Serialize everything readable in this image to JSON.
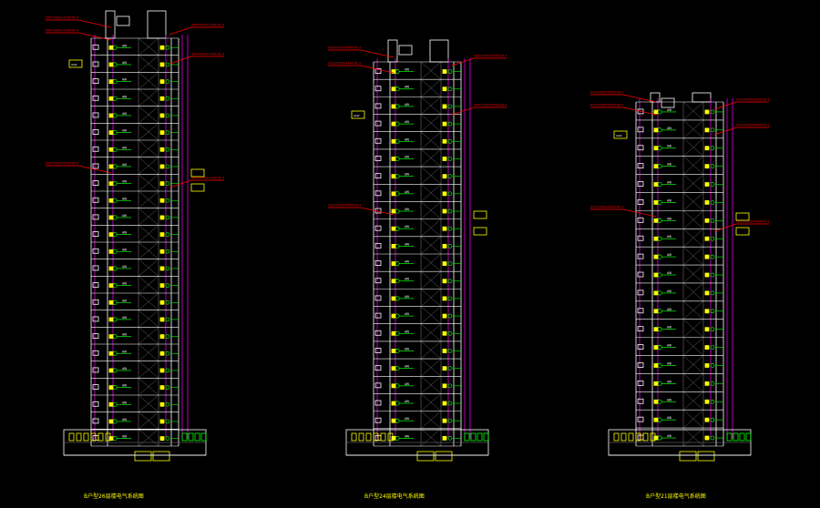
{
  "drawings": [
    {
      "caption": "B户型26层楼电气系统图",
      "floor_count": 24,
      "tag_left": "AW",
      "tag_right": "ALW",
      "callouts": [
        "XXX-XXXXX-XXXX-XX.4",
        "XXX-XXXXX-XXXX-XX.4",
        "XXX-XXXXX-XXXX-XX.4",
        "XXX-XXXXX-XXXX-XX.4",
        "XXX-XXXXX-XXXX-XX.4",
        "XXX-XXXXX-XXXX-XX.4"
      ]
    },
    {
      "caption": "B户型24层楼电气系统图",
      "floor_count": 22,
      "tag_left": "AW",
      "tag_right": "ALW",
      "callouts": [
        "XXX-XXXXX-XXXX-XX.4",
        "XXX-XXXXX-XXXX-XX.4",
        "XXX-XXXXX-XXXX-XX.4",
        "XXX-XXXXX-XXXX-XX.4",
        "XXX-XXXXX-XXXX-XX.4"
      ]
    },
    {
      "caption": "B户型21层楼电气系统图",
      "floor_count": 19,
      "tag_left": "AW",
      "tag_right": "ALW",
      "callouts": [
        "XXX-XXXXX-XXXX-XX.4",
        "XXX-XXXXX-XXXX-XX.4",
        "XXX-XXXXX-XXXX-XX.4",
        "XXX-XXXXX-XXXX-XX.4",
        "XXX-XXXXX-XXXX-XX.4",
        "XXX-XXXXX-XXXX-XX.4"
      ]
    }
  ],
  "colors": {
    "background": "#000000",
    "structure": "#ffffff",
    "magenta": "#ff00ff",
    "green": "#00ff00",
    "yellow": "#ffff00",
    "red": "#ff0000",
    "hatch": "#808080"
  }
}
